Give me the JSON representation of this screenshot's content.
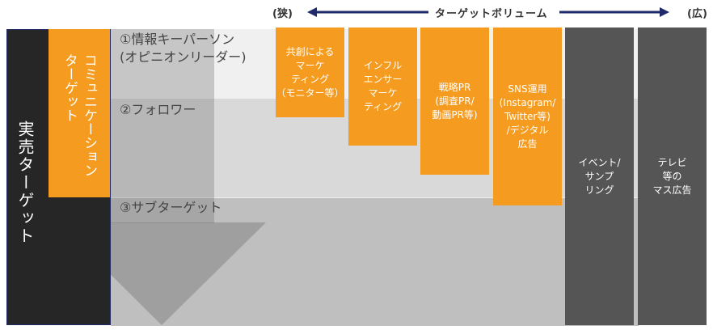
{
  "header": {
    "narrow": "(狭)",
    "wide": "(広)",
    "axis_label": "ターゲットボリューム"
  },
  "left": {
    "actual_target": "実売ターゲット",
    "communication_target": "コミュニケーション\nターゲット"
  },
  "tiers": [
    {
      "label": "①情報キーパーソン\n(オピニオンリーダー)"
    },
    {
      "label": "②フォロワー"
    },
    {
      "label": "③サブターゲット"
    }
  ],
  "measures": [
    {
      "label": "共創による\nマーケ\nティング\n（モニター等）"
    },
    {
      "label": "インフル\nエンサー\nマーケ\nティング"
    },
    {
      "label": "戦略PR\n(調査PR/\n動画PR等)"
    },
    {
      "label": "SNS運用\n(Instagram/\nTwitter等)\n/デジタル\n広告"
    },
    {
      "label": "イベント/\nサンプ\nリング"
    },
    {
      "label": "テレビ\n等の\nマス広告"
    }
  ],
  "colors": {
    "orange": "#f59b1f",
    "dark": "#555555",
    "black": "#262626",
    "navy": "#1f2a6b"
  }
}
